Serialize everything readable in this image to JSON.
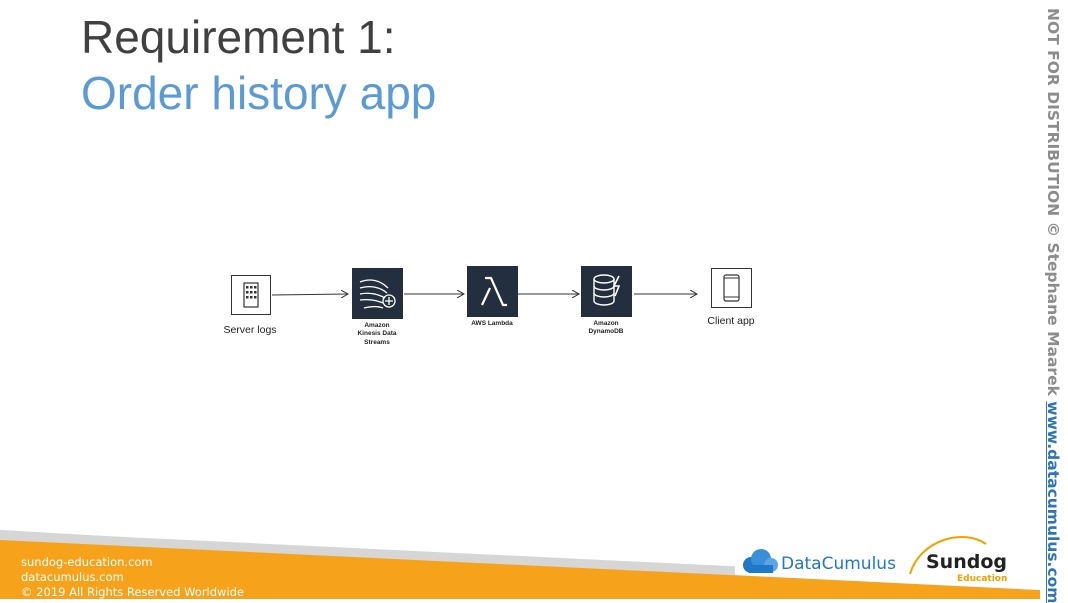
{
  "slide": {
    "title_line1": "Requirement 1:",
    "title_line2": "Order history app"
  },
  "side_banner": {
    "text": "NOT FOR DISTRIBUTION © Stephane Maarek ",
    "url": "www.datacumulus.com"
  },
  "diagram": {
    "nodes": [
      {
        "label": "Server logs",
        "icon": "server-logs-icon"
      },
      {
        "label_lines": [
          "Amazon",
          "Kinesis Data",
          "Streams"
        ],
        "icon": "kinesis-data-streams-icon"
      },
      {
        "label": "AWS Lambda",
        "icon": "lambda-icon"
      },
      {
        "label_lines": [
          "Amazon",
          "DynamoDB"
        ],
        "icon": "dynamodb-icon"
      },
      {
        "label": "Client app",
        "icon": "mobile-phone-icon"
      }
    ]
  },
  "footer": {
    "line1": "sundog-education.com",
    "line2": "datacumulus.com",
    "line3": "© 2019 All Rights Reserved Worldwide",
    "logo_datacumulus": "DataCumulus",
    "logo_sundog": "Sundog",
    "logo_sundog_sub": "Education"
  },
  "colors": {
    "title_gray": "#404040",
    "title_blue": "#5b9bd5",
    "aws_dark": "#232f3e",
    "footer_orange": "#f6a21a"
  }
}
